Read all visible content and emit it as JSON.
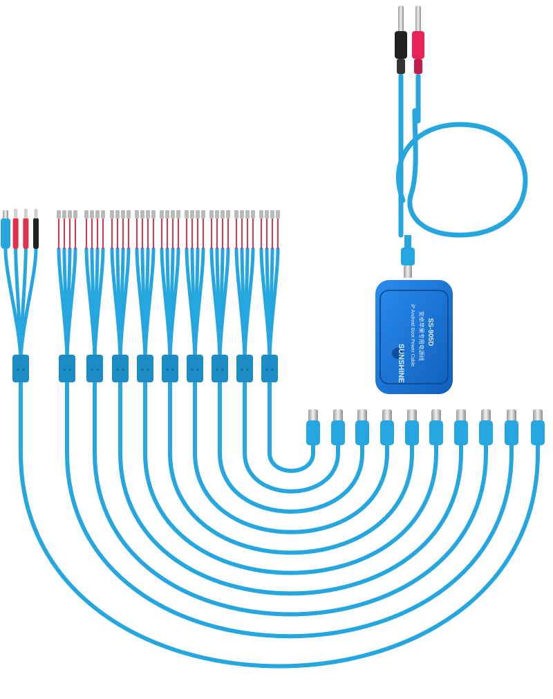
{
  "product": {
    "brand": "SUNSHINE",
    "line1": "iP Android Boot Power Cable",
    "line2": "安卓苹果专用电源线",
    "model": "SS-905D"
  },
  "colors": {
    "cable": "#26a6df",
    "cable_dark": "#1b8cc4",
    "box": "#1776d6",
    "plug_red": "#e6245c",
    "plug_black": "#222222",
    "pin_metal": "#c8c8c8",
    "wire_red": "#e0324a"
  },
  "counts": {
    "branch_groups": 10,
    "usb_c_connectors": 10
  }
}
